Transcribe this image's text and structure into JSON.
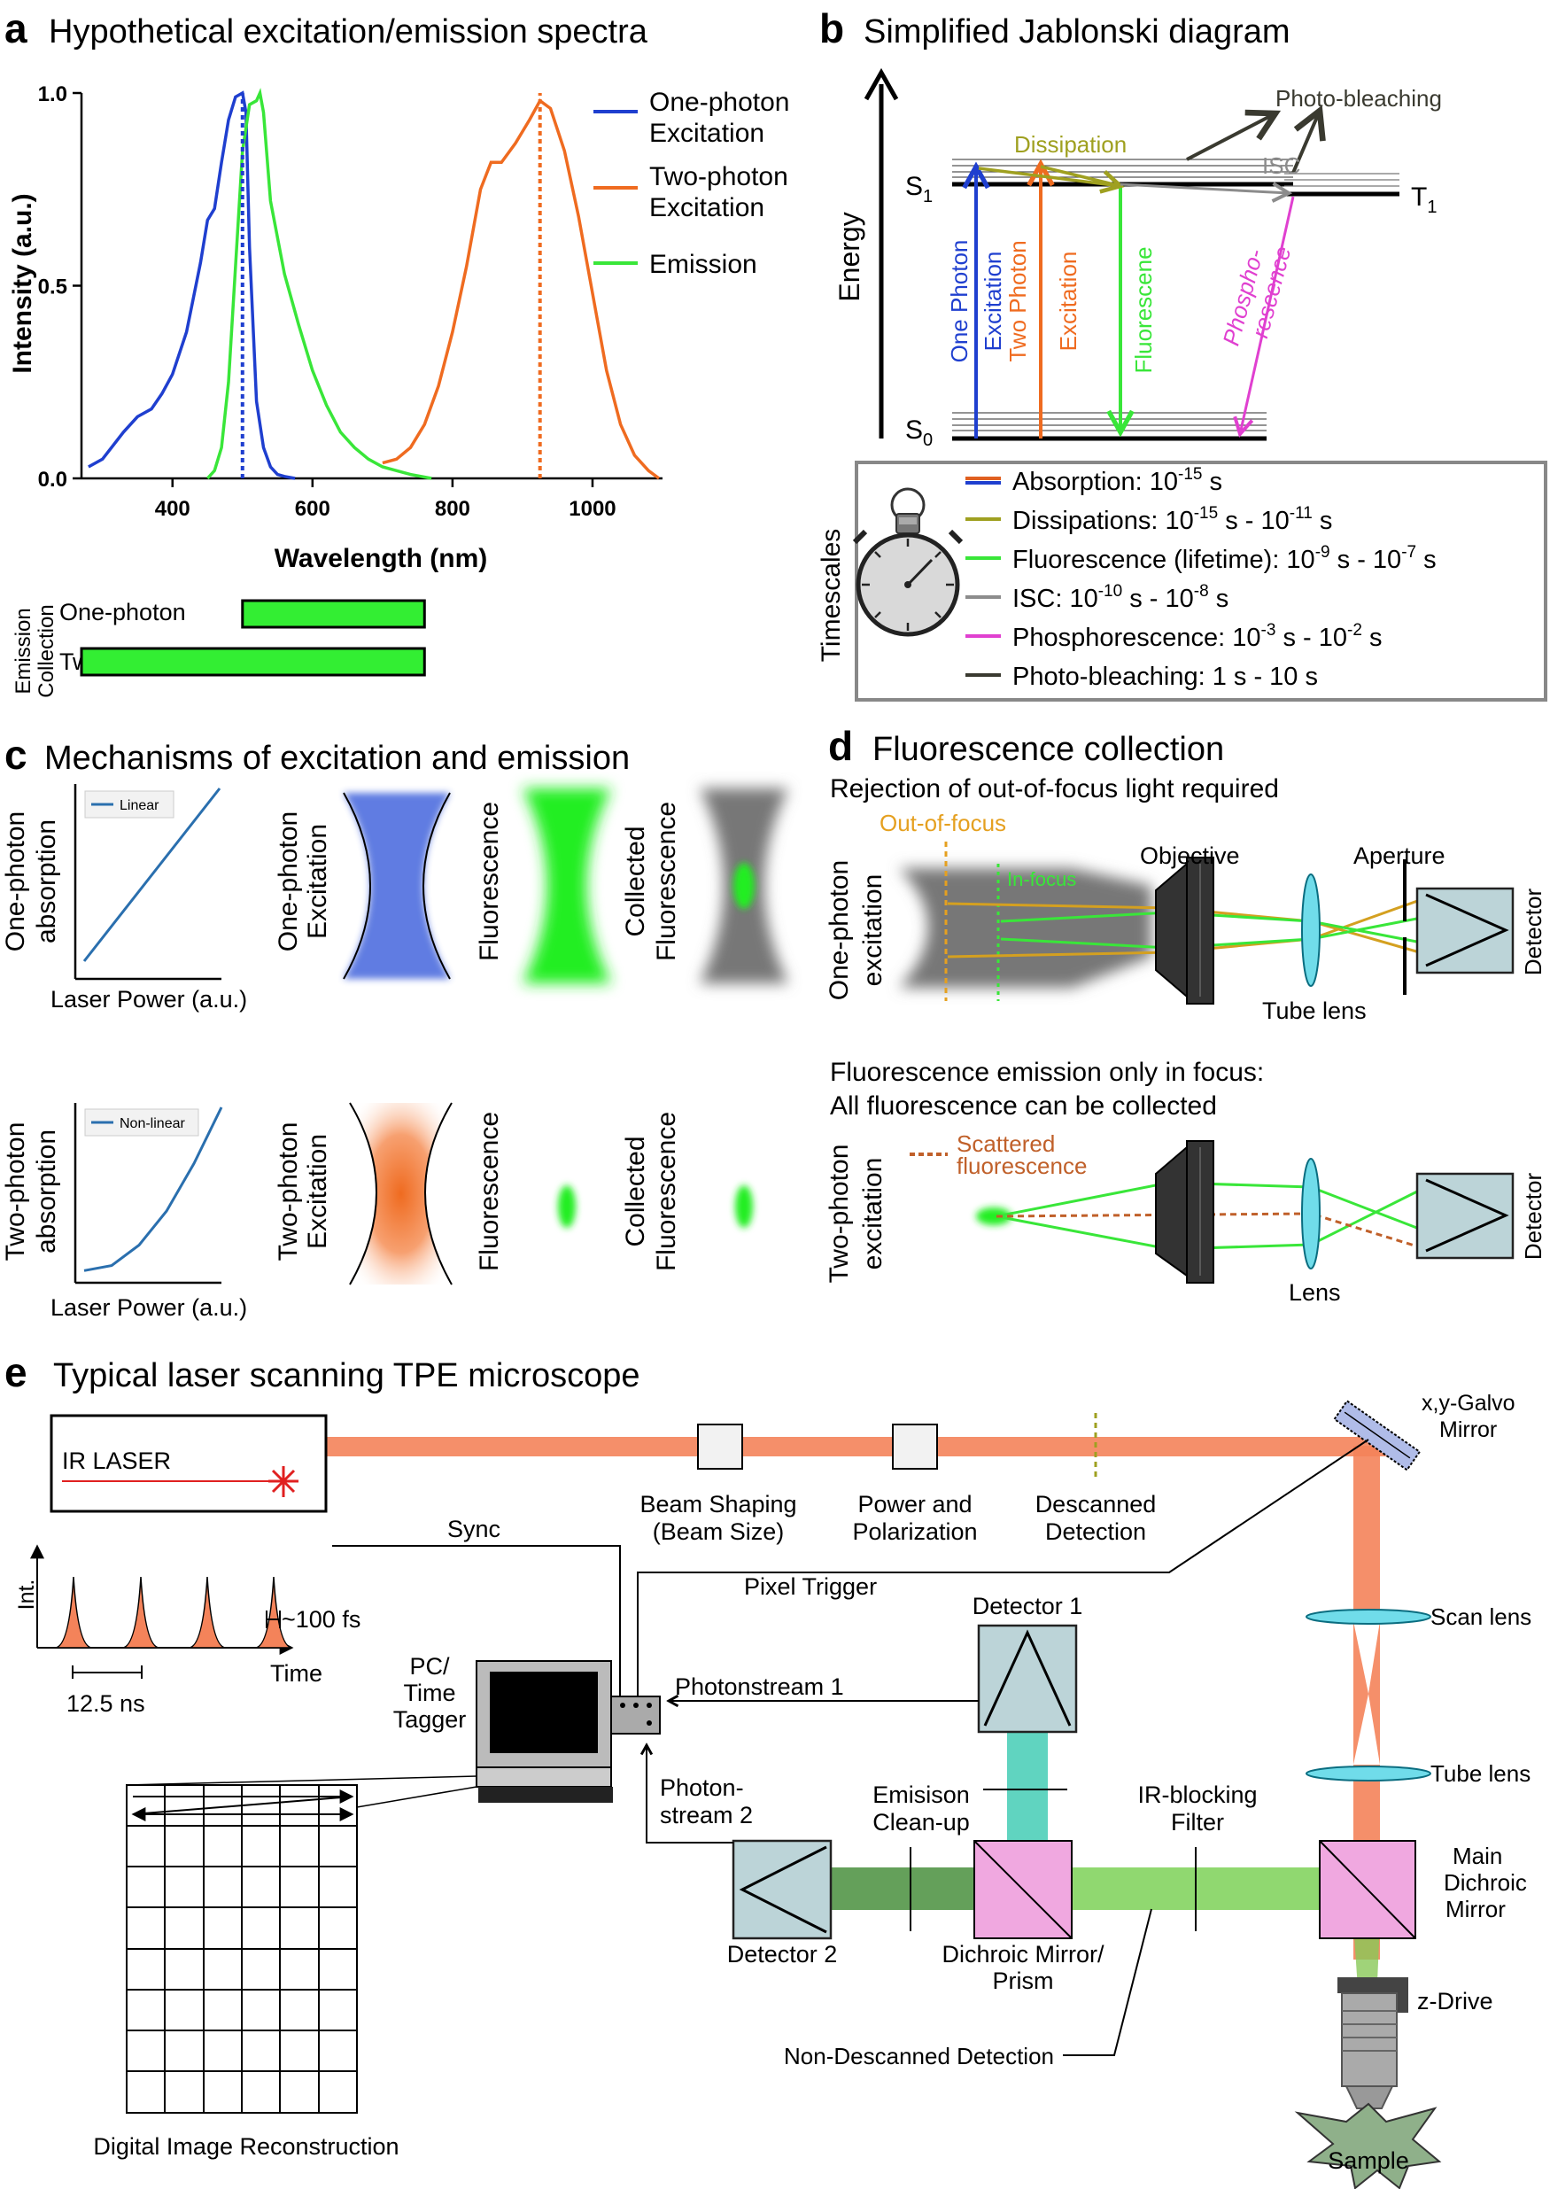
{
  "panels": {
    "a": {
      "letter": "a",
      "title": "Hypothetical excitation/emission spectra",
      "legend": {
        "one_photon_l1": "One-photon",
        "one_photon_l2": "Excitation",
        "two_photon_l1": "Two-photon",
        "two_photon_l2": "Excitation",
        "emission": "Emission"
      },
      "collection": {
        "title_l1": "Emission",
        "title_l2": "Collection",
        "one_photon": "One-photon",
        "two_photon": "Two-photon"
      }
    },
    "b": {
      "letter": "b",
      "title": "Simplified Jablonski diagram",
      "energy": "Energy",
      "s1": "S",
      "s1_sub": "1",
      "s0": "S",
      "s0_sub": "0",
      "t1": "T",
      "t1_sub": "1",
      "dissipation": "Dissipation",
      "isc": "ISC",
      "photobleaching": "Photo-bleaching",
      "one_photon_excitation_l1": "One Photon",
      "one_photon_excitation_l2": "Excitation",
      "two_photon_excitation_l1": "Two Photon",
      "two_photon_excitation_l2": "Excitation",
      "fluorescence": "Fluorescene",
      "phospho_l1": "Phospho-",
      "phospho_l2": "rescence",
      "timescales_title": "Timescales",
      "timescales": [
        {
          "label": "Absorption: 10",
          "exp1": "-15",
          "rest": " s",
          "exp2": "",
          "end": "",
          "color": "#e06020",
          "color2": "#1f3fcf"
        },
        {
          "label": "Dissipations: 10",
          "exp1": "-15",
          "rest": " s - 10",
          "exp2": "-11",
          "end": " s",
          "color": "#9fa020"
        },
        {
          "label": "Fluorescence (lifetime): 10",
          "exp1": "-9",
          "rest": " s - 10",
          "exp2": "-7",
          "end": " s",
          "color": "#39e639"
        },
        {
          "label": "ISC: 10",
          "exp1": "-10",
          "rest": " s - 10",
          "exp2": "-8",
          "end": " s",
          "color": "#8c8c8c"
        },
        {
          "label": "Phosphorescence: 10",
          "exp1": "-3",
          "rest": " s - 10",
          "exp2": "-2",
          "end": " s",
          "color": "#e040d0"
        },
        {
          "label": "Photo-bleaching: 1 s - 10 s",
          "exp1": "",
          "rest": "",
          "exp2": "",
          "end": "",
          "color": "#3a3a30"
        }
      ]
    },
    "c": {
      "letter": "c",
      "title": "Mechanisms of excitation and emission",
      "one_photon_absorption_l1": "One-photon",
      "one_photon_absorption_l2": "absorption",
      "two_photon_absorption_l1": "Two-photon",
      "two_photon_absorption_l2": "absorption",
      "laser_power": "Laser Power (a.u.)",
      "legend_linear": "Linear",
      "legend_nonlinear": "Non-linear",
      "one_photon_excitation_l1": "One-photon",
      "one_photon_excitation_l2": "Excitation",
      "two_photon_excitation_l1": "Two-photon",
      "two_photon_excitation_l2": "Excitation",
      "fluorescence": "Fluorescence",
      "collected_l1": "Collected",
      "collected_l2": "Fluorescence"
    },
    "d": {
      "letter": "d",
      "title": "Fluorescence collection",
      "subtitle1": "Rejection of out-of-focus light required",
      "out_of_focus": "Out-of-focus",
      "in_focus": "In-focus",
      "objective": "Objective",
      "aperture": "Aperture",
      "tube_lens": "Tube lens",
      "detector": "Detector",
      "one_photon_excitation_l1": "One-photon",
      "one_photon_excitation_l2": "excitation",
      "subtitle2_l1": "Fluorescence emission only in focus:",
      "subtitle2_l2": "All fluorescence can be collected",
      "scattered_l1": "Scattered",
      "scattered_l2": "fluorescence",
      "two_photon_excitation_l1": "Two-photon",
      "two_photon_excitation_l2": "excitation",
      "lens": "Lens"
    },
    "e": {
      "letter": "e",
      "title": "Typical laser scanning TPE microscope",
      "ir_laser": "IR LASER",
      "beam_shaping_l1": "Beam Shaping",
      "beam_shaping_l2": "(Beam Size)",
      "power_pol_l1": "Power and",
      "power_pol_l2": "Polarization",
      "descanned_l1": "Descanned",
      "descanned_l2": "Detection",
      "galvo_l1": "x,y-Galvo",
      "galvo_l2": "Mirror",
      "sync": "Sync",
      "pixel_trigger": "Pixel Trigger",
      "int": "Int.",
      "fs": "~100 fs",
      "time": "Time",
      "ns": "12.5 ns",
      "pc_l1": "PC/",
      "pc_l2": "Time",
      "pc_l3": "Tagger",
      "detector1": "Detector 1",
      "photonstream1": "Photonstream 1",
      "photonstream2_l1": "Photon-",
      "photonstream2_l2": "stream 2",
      "scan_lens": "Scan lens",
      "tube_lens": "Tube lens",
      "emission_cleanup_l1": "Emisison",
      "emission_cleanup_l2": "Clean-up",
      "ir_blocking_l1": "IR-blocking",
      "ir_blocking_l2": "Filter",
      "main_dichroic_l1": "Main",
      "main_dichroic_l2": "Dichroic",
      "main_dichroic_l3": "Mirror",
      "detector2": "Detector 2",
      "dichroic_prism_l1": "Dichroic Mirror/",
      "dichroic_prism_l2": "Prism",
      "zdrive": "z-Drive",
      "non_descanned": "Non-Descanned Detection",
      "sample": "Sample",
      "digital_image": "Digital Image Reconstruction"
    }
  },
  "chart_data": [
    {
      "type": "line",
      "xlabel": "Wavelength (nm)",
      "ylabel": "Intensity (a.u.)",
      "xlim": [
        270,
        1100
      ],
      "ylim": [
        0,
        1.0
      ],
      "xticks": [
        400,
        600,
        800,
        1000
      ],
      "yticks": [
        0.0,
        0.5,
        1.0
      ],
      "xtick_labels": [
        "400",
        "600",
        "800",
        "1000"
      ],
      "ytick_labels": [
        "0.0",
        "0.5",
        "1.0"
      ],
      "series": [
        {
          "name": "One-photon Excitation",
          "color": "#1f3fcf",
          "x": [
            280,
            300,
            330,
            350,
            370,
            385,
            400,
            420,
            440,
            450,
            460,
            470,
            480,
            490,
            500,
            505,
            510,
            520,
            530,
            540,
            550,
            560,
            575
          ],
          "y": [
            0.03,
            0.05,
            0.12,
            0.16,
            0.18,
            0.22,
            0.27,
            0.38,
            0.56,
            0.67,
            0.7,
            0.82,
            0.93,
            0.99,
            1.0,
            0.95,
            0.6,
            0.2,
            0.08,
            0.03,
            0.01,
            0.005,
            0.0
          ]
        },
        {
          "name": "Two-photon Excitation",
          "color": "#ef6b20",
          "x": [
            700,
            720,
            740,
            760,
            780,
            800,
            820,
            840,
            855,
            870,
            890,
            910,
            925,
            940,
            960,
            980,
            1000,
            1020,
            1040,
            1060,
            1080,
            1095
          ],
          "y": [
            0.04,
            0.05,
            0.08,
            0.14,
            0.24,
            0.38,
            0.55,
            0.75,
            0.82,
            0.82,
            0.87,
            0.93,
            0.98,
            0.96,
            0.85,
            0.68,
            0.48,
            0.28,
            0.14,
            0.06,
            0.02,
            0.0
          ]
        },
        {
          "name": "Emission",
          "color": "#39e639",
          "x": [
            450,
            460,
            470,
            480,
            490,
            500,
            510,
            520,
            525,
            530,
            540,
            560,
            580,
            600,
            620,
            640,
            660,
            680,
            700,
            720,
            740,
            770
          ],
          "y": [
            0.0,
            0.02,
            0.08,
            0.25,
            0.55,
            0.85,
            0.97,
            0.98,
            1.0,
            0.95,
            0.72,
            0.53,
            0.4,
            0.28,
            0.19,
            0.12,
            0.08,
            0.05,
            0.03,
            0.02,
            0.01,
            0.0
          ]
        }
      ],
      "markers": [
        {
          "x": 500,
          "color": "#1f3fcf"
        },
        {
          "x": 925,
          "color": "#ef6b20"
        }
      ],
      "collection_bands": [
        {
          "label": "One-photon",
          "from": 500,
          "to": 760
        },
        {
          "label": "Two-photon",
          "from": 270,
          "to": 760
        }
      ]
    },
    {
      "type": "line",
      "series": [
        {
          "name": "Linear",
          "x": [
            0,
            1
          ],
          "y": [
            0,
            1
          ]
        }
      ],
      "xlabel": "Laser Power (a.u.)"
    },
    {
      "type": "line",
      "series": [
        {
          "name": "Non-linear",
          "x": [
            0,
            0.2,
            0.4,
            0.6,
            0.8,
            1.0
          ],
          "y": [
            0.04,
            0.07,
            0.19,
            0.39,
            0.67,
            1.0
          ]
        }
      ],
      "xlabel": "Laser Power (a.u.)"
    }
  ]
}
